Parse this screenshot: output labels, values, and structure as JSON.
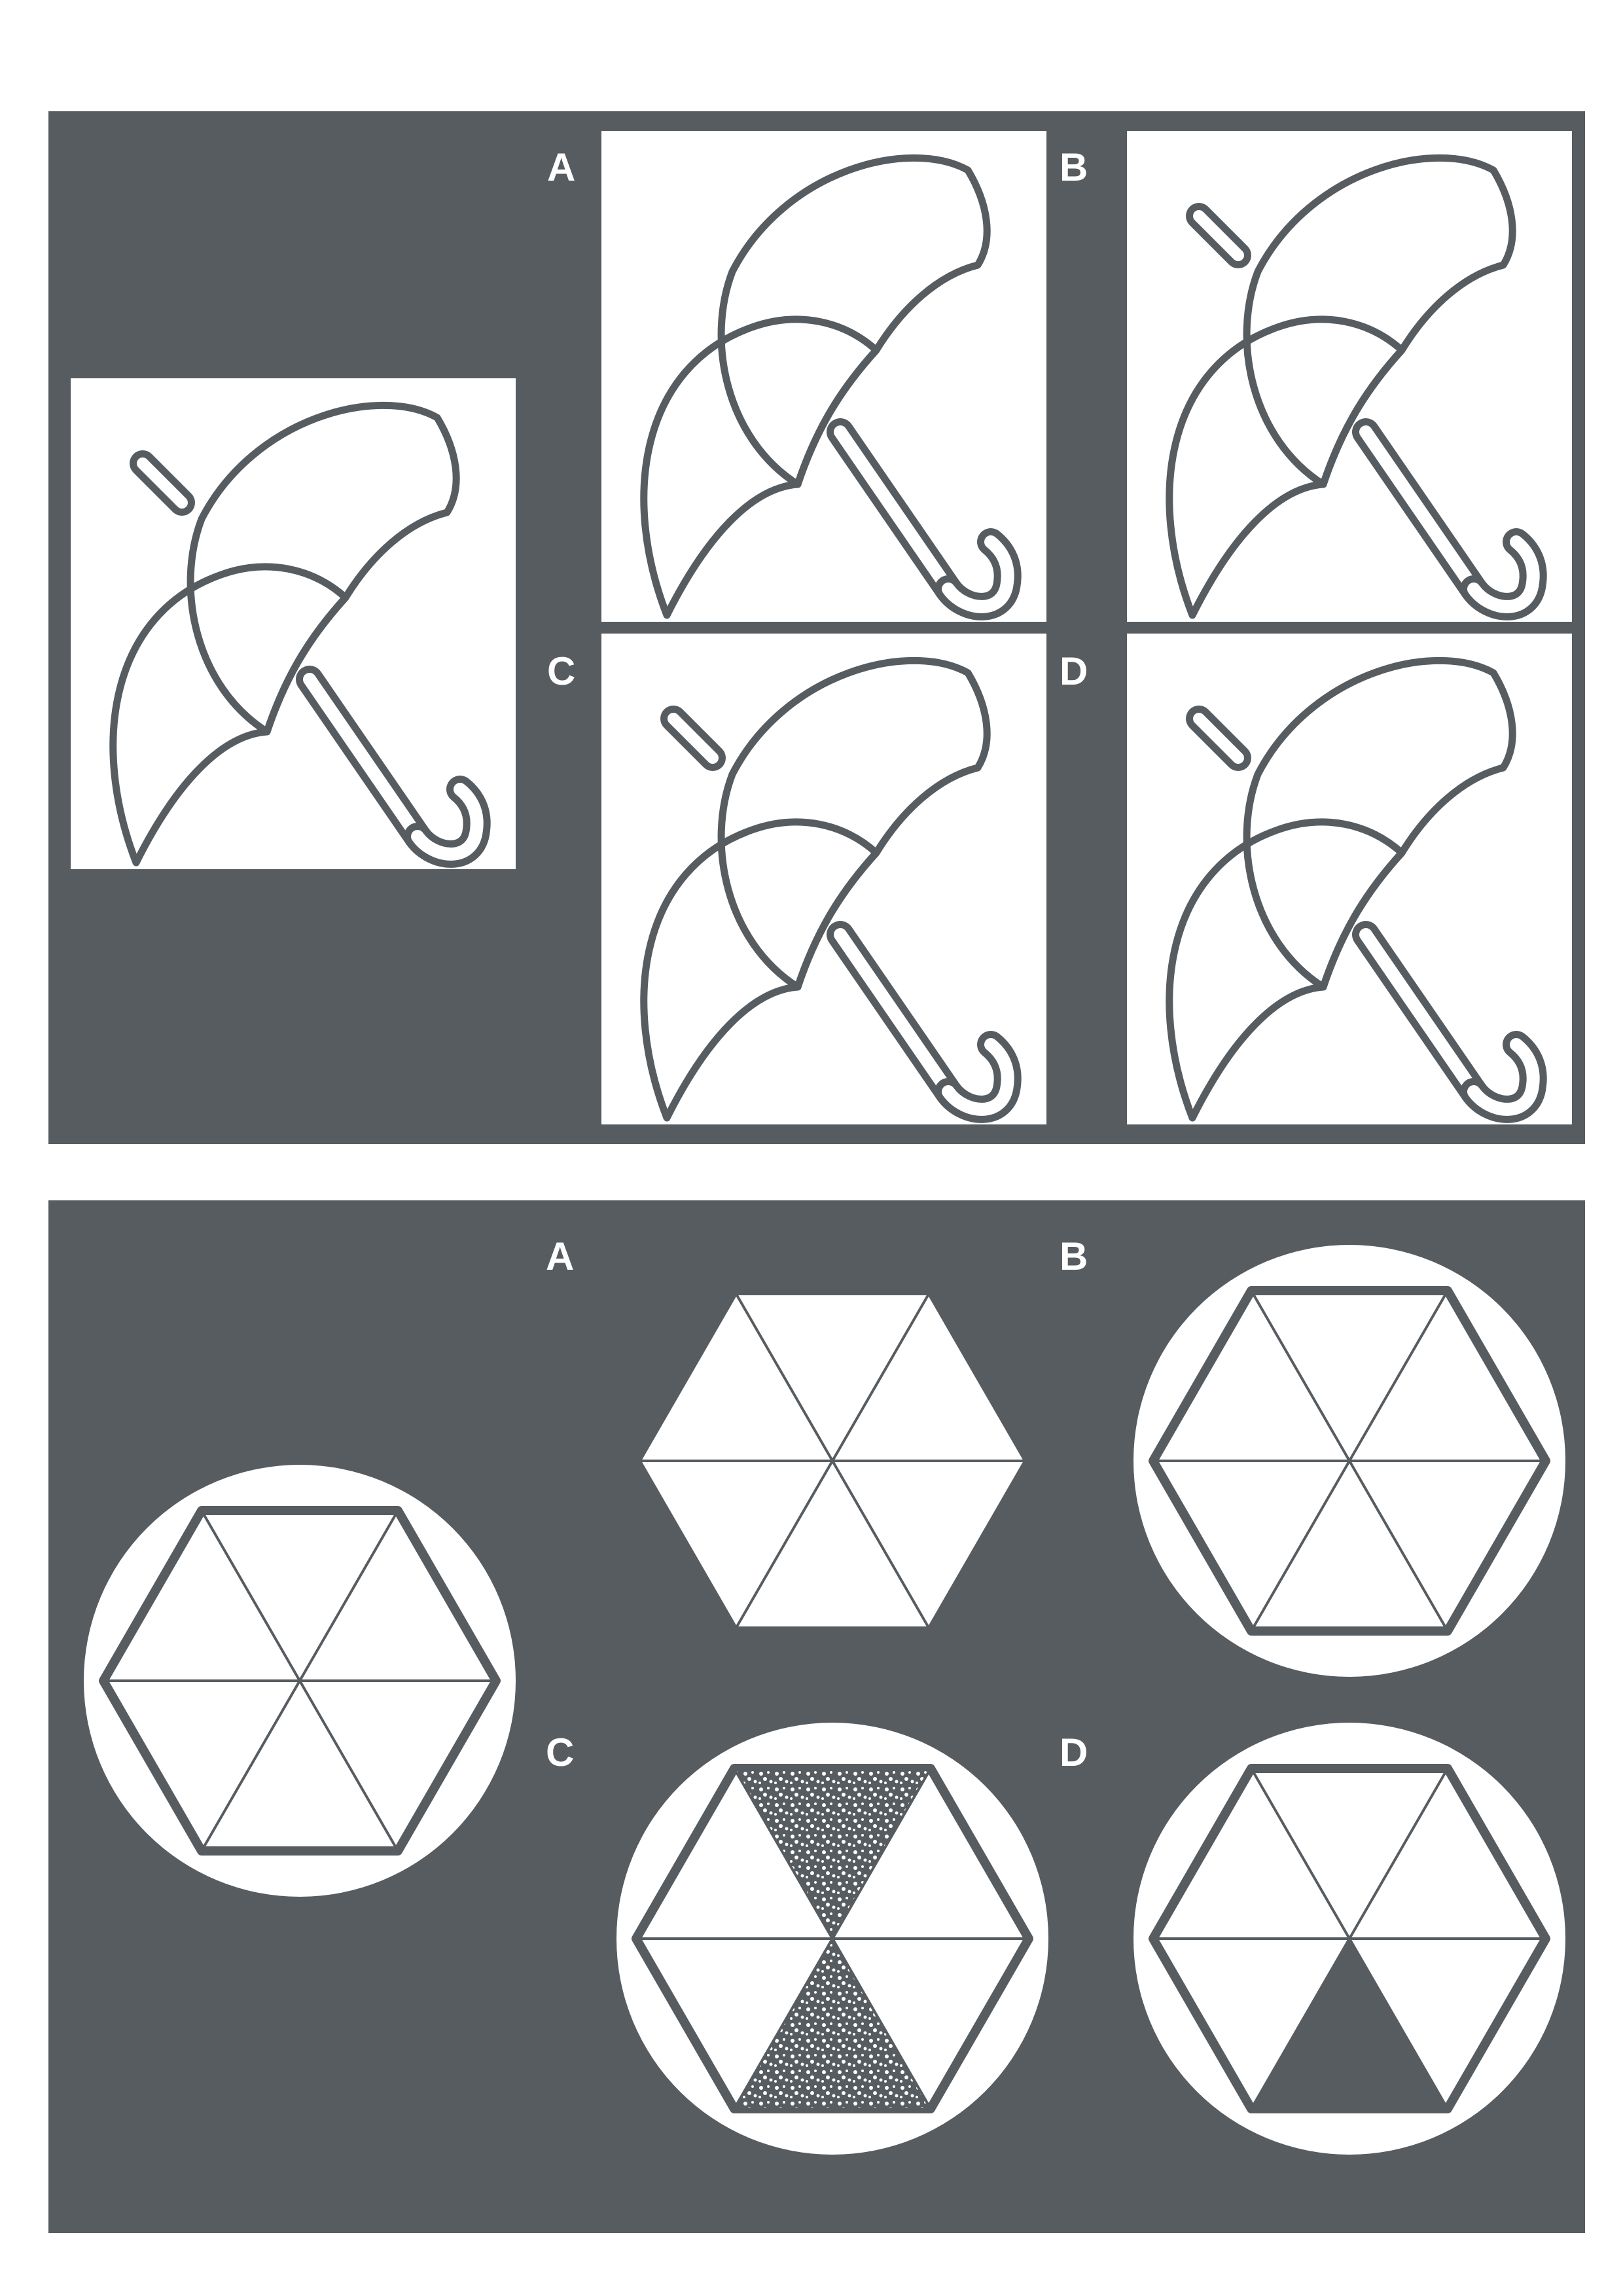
{
  "colors": {
    "panel": "#575c61",
    "tile": "#ffffff",
    "ink": "#575c61",
    "label": "#ffffff"
  },
  "umbrella_question": {
    "options": [
      {
        "label": "A",
        "variant": "no-tip"
      },
      {
        "label": "B",
        "variant": "tip-top-left"
      },
      {
        "label": "C",
        "variant": "tip-top-left"
      },
      {
        "label": "D",
        "variant": "tip-top-left"
      }
    ]
  },
  "hexagon_question": {
    "options": [
      {
        "label": "A",
        "variant": "hexagon-no-circle"
      },
      {
        "label": "B",
        "variant": "hexagon-in-circle"
      },
      {
        "label": "C",
        "variant": "two-triangles-textured"
      },
      {
        "label": "D",
        "variant": "one-triangle-dark"
      }
    ]
  }
}
